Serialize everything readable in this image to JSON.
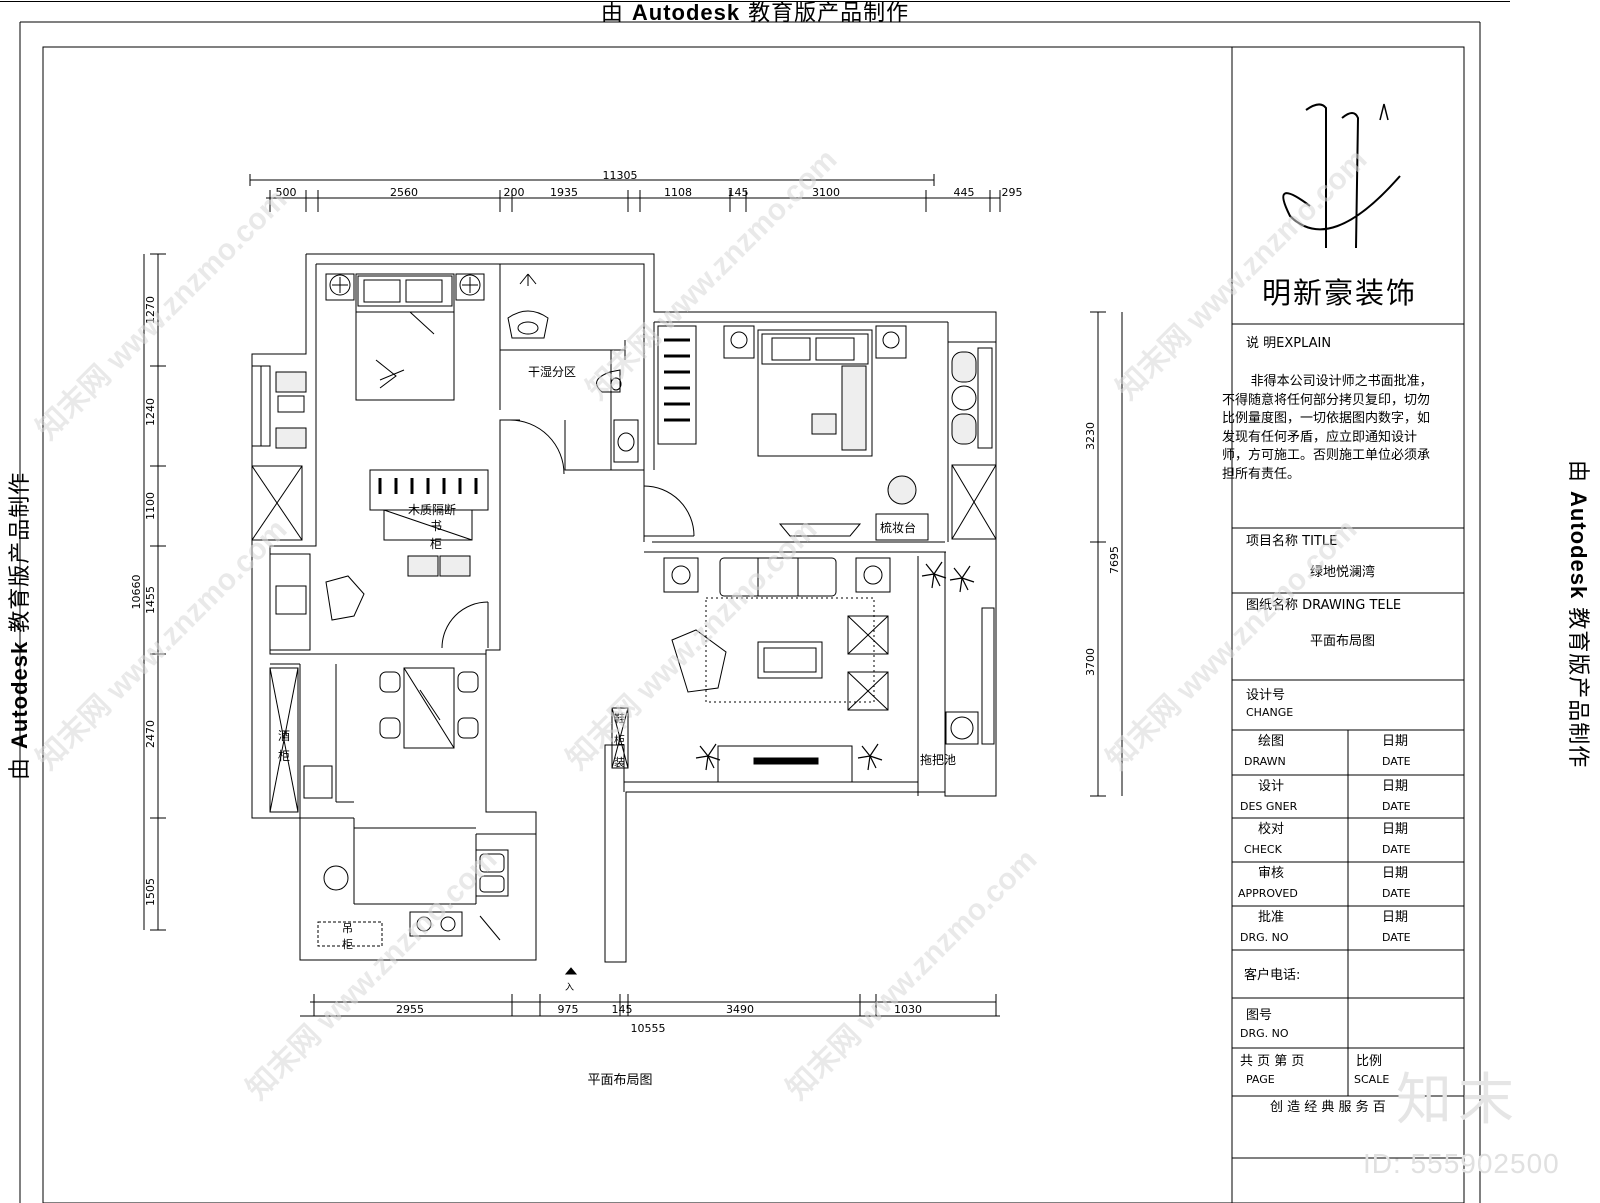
{
  "banner": {
    "prefix": "由",
    "brand": "Autodesk",
    "suffix": "教育版产品制作"
  },
  "titleblock": {
    "company": "明新豪装饰",
    "explain_label": "说 明EXPLAIN",
    "explain_text": "非得本公司设计师之书面批准，不得随意将任何部分拷贝复印，切勿比例量度图，一切依据图内数字，如发现有任何矛盾，应立即通知设计师，方可施工。否则施工单位必须承担所有责任。",
    "project_label": "项目名称 TITLE",
    "project_name": "绿地悦澜湾",
    "drawing_label": "图纸名称 DRAWING   TELE",
    "drawing_name": "平面布局图",
    "design_no_cn": "设计号",
    "design_no_en": "CHANGE",
    "rows": [
      {
        "cn": "绘图",
        "en": "DRAWN",
        "date_cn": "日期",
        "date_en": "DATE"
      },
      {
        "cn": "设计",
        "en": "DES GNER",
        "date_cn": "日期",
        "date_en": "DATE"
      },
      {
        "cn": "校对",
        "en": "CHECK",
        "date_cn": "日期",
        "date_en": "DATE"
      },
      {
        "cn": "审核",
        "en": "APPROVED",
        "date_cn": "日期",
        "date_en": "DATE"
      },
      {
        "cn": "批准",
        "en": "DRG. NO",
        "date_cn": "日期",
        "date_en": "DATE"
      }
    ],
    "client_phone": "客户电话:",
    "drg_cn": "图号",
    "drg_en": "DRG. NO",
    "pages_cn": "共 页    第 页",
    "pages_en": "PAGE",
    "scale_cn": "比例",
    "scale_en": "SCALE",
    "motto": "创 造 经 典   服 务 百"
  },
  "plan": {
    "caption": "平面布局图",
    "rooms": {
      "dry_wet": "干湿分区",
      "partition": "木质隔断",
      "bookcase_1": "书",
      "bookcase_2": "柜",
      "wine_1": "酒",
      "wine_2": "柜",
      "dresser": "梳妆台",
      "shoe_1": "鞋",
      "shoe_2": "柜",
      "shoe_3": "装",
      "mop": "拖把池",
      "hang_1": "吊",
      "hang_2": "柜",
      "entry": "入"
    },
    "dims": {
      "top_total": "11305",
      "top": [
        "500",
        "2560",
        "200",
        "1935",
        "1108",
        "145",
        "3100",
        "445",
        "295"
      ],
      "left_total": "10660",
      "left": [
        "1270",
        "1240",
        "1100",
        "1455",
        "2470",
        "1505"
      ],
      "right_total": "7695",
      "right": [
        "3230",
        "3700"
      ],
      "bottom_total": "10555",
      "bottom": [
        "2955",
        "975",
        "145",
        "3490",
        "1030"
      ]
    }
  },
  "watermark": {
    "site": "www.znzmo.com",
    "site_cn": "知末网",
    "logo": "知末",
    "id": "ID: 555902500"
  }
}
